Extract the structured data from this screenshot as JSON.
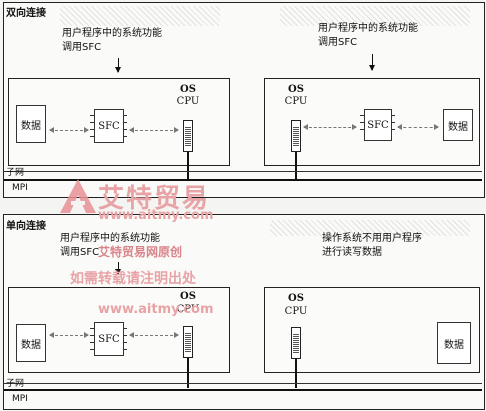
{
  "top": {
    "title": "双向连接",
    "left_caption": "用户程序中的系统功能\n调用SFC",
    "right_caption": "用户程序中的系统功能\n调用SFC",
    "left_station": {
      "data": "数据",
      "sfc": "SFC",
      "os": "OS",
      "cpu": "CPU"
    },
    "right_station": {
      "os": "OS",
      "cpu": "CPU",
      "sfc": "SFC",
      "data": "数据"
    },
    "subnet": "子网",
    "mpi": "MPI"
  },
  "bottom": {
    "title": "单向连接",
    "left_caption": "用户程序中的系统功能\n调用SFC",
    "right_caption": "操作系统不用用户程序\n进行读写数据",
    "left_station": {
      "data": "数据",
      "sfc": "SFC",
      "os": "OS",
      "cpu": "CPU"
    },
    "right_station": {
      "os": "OS",
      "cpu": "CPU",
      "data": "数据"
    },
    "subnet": "子网",
    "mpi": "MPI"
  },
  "watermark": {
    "logo_text": "艾特贸易",
    "url": "www.aitmy.com",
    "line1": "艾特贸易网原创",
    "line2": "如需转载请注明出处",
    "url2": "www.aitmy.com"
  }
}
